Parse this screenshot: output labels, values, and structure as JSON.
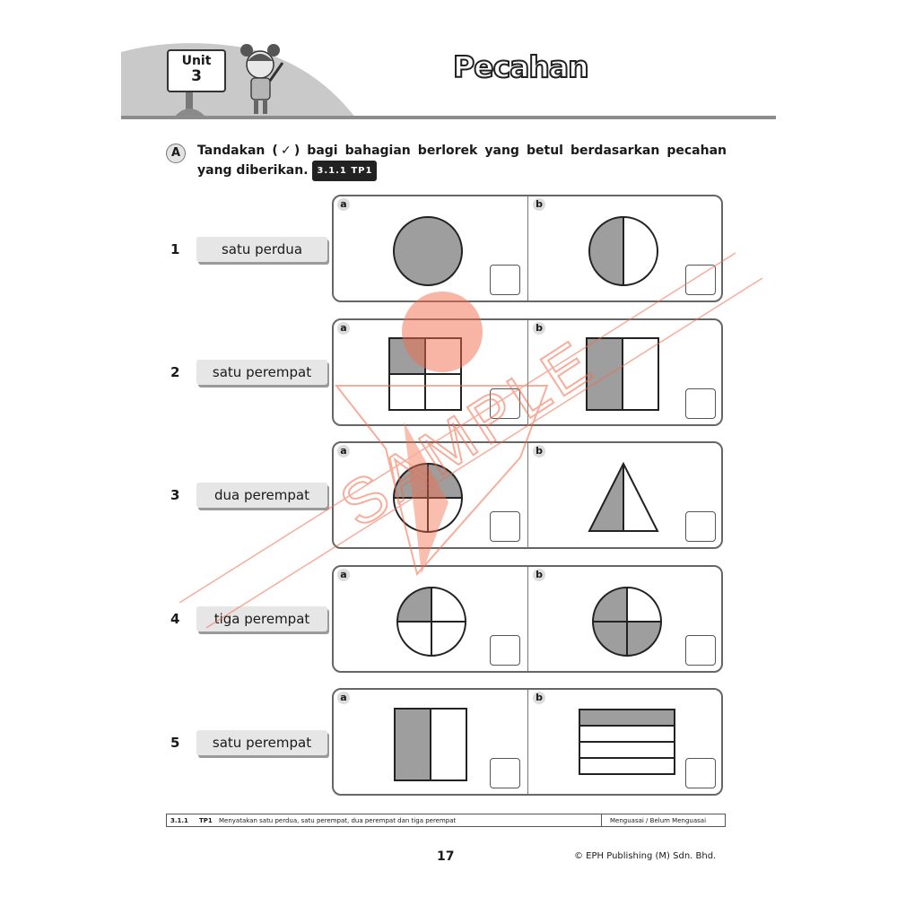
{
  "header": {
    "unit_label": "Unit",
    "unit_number": "3",
    "title": "Pecahan"
  },
  "instruction": {
    "section_letter": "A",
    "text": "Tandakan (✓) bagi bahagian berlorek yang betul berdasarkan pecahan yang diberikan.",
    "tag": "3.1.1 TP1"
  },
  "rows": [
    {
      "number": "1",
      "label": "satu perdua",
      "option_a": "a",
      "option_b": "b",
      "shape_a": "circle-fully-shaded",
      "shape_b": "circle-half-shaded"
    },
    {
      "number": "2",
      "label": "satu perempat",
      "option_a": "a",
      "option_b": "b",
      "shape_a": "square-quarter-shaded",
      "shape_b": "square-half-shaded"
    },
    {
      "number": "3",
      "label": "dua perempat",
      "option_a": "a",
      "option_b": "b",
      "shape_a": "circle-two-quarters-shaded",
      "shape_b": "triangle-half-shaded"
    },
    {
      "number": "4",
      "label": "tiga perempat",
      "option_a": "a",
      "option_b": "b",
      "shape_a": "circle-quarter-shaded",
      "shape_b": "circle-three-quarters-shaded"
    },
    {
      "number": "5",
      "label": "satu perempat",
      "option_a": "a",
      "option_b": "b",
      "shape_a": "rectangle-half-shaded",
      "shape_b": "stripes-quarter-shaded"
    }
  ],
  "footer": {
    "code": "3.1.1",
    "level": "TP1",
    "description": "Menyatakan satu perdua, satu perempat, dua perempat dan tiga perempat",
    "status": "Menguasai / Belum Menguasai"
  },
  "page_number": "17",
  "copyright": "© EPH Publishing (M) Sdn. Bhd.",
  "watermark": "SAMPLE",
  "colors": {
    "shade": "#9e9e9e",
    "watermark": "#f26b4a"
  }
}
